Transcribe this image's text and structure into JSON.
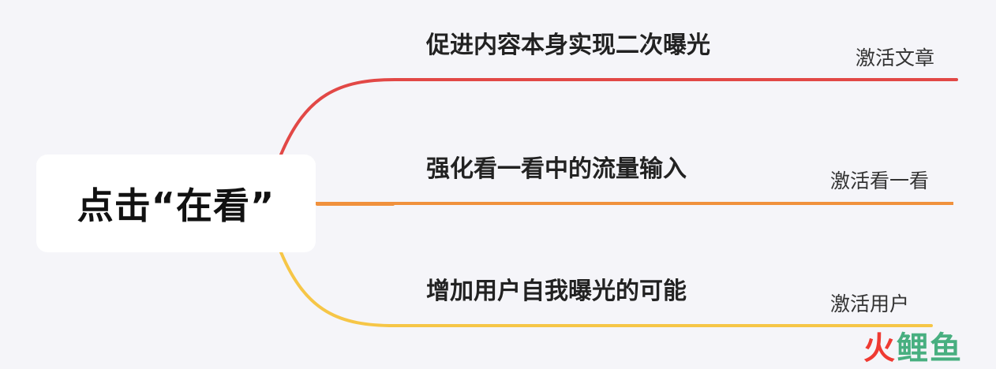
{
  "root": {
    "title": "点击“在看”"
  },
  "branches": [
    {
      "title": "促进内容本身实现二次曝光",
      "tag": "激活文章",
      "color": "#e24846"
    },
    {
      "title": "强化看一看中的流量输入",
      "tag": "激活看一看",
      "color": "#f0913d"
    },
    {
      "title": "增加用户自我曝光的可能",
      "tag": "激活用户",
      "color": "#f6c647"
    }
  ],
  "watermark": {
    "fire": "火",
    "carp": "鲤鱼"
  }
}
